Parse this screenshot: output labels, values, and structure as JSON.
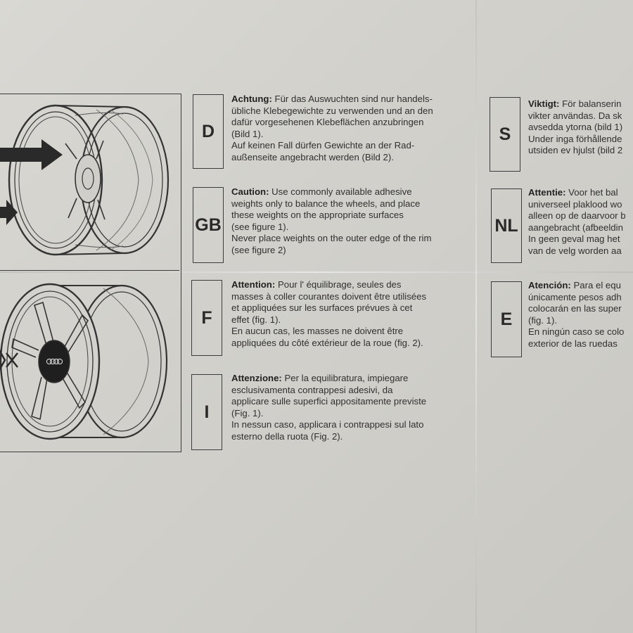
{
  "figures": {
    "figure_1": "wheel-rim-arrows",
    "figure_2": "wheel-rim-crossed-out",
    "hub_logo": "audi-rings"
  },
  "sections": [
    {
      "code": "D",
      "heading": "Achtung:",
      "lines": [
        "Für das Auswuchten sind nur handels-",
        "übliche Klebegewichte zu verwenden und an den",
        "dafür vorgesehenen Klebeflächen anzubringen",
        "(Bild 1).",
        "Auf keinen Fall dürfen Gewichte an der Rad-",
        "außenseite angebracht werden (Bild 2)."
      ]
    },
    {
      "code": "GB",
      "heading": "Caution:",
      "lines": [
        "Use commonly available adhesive",
        "weights only to balance the wheels, and place",
        "these weights on the appropriate surfaces",
        "(see figure 1).",
        "Never place weights on the outer edge of the rim",
        "(see figure 2)"
      ]
    },
    {
      "code": "F",
      "heading": "Attention:",
      "lines": [
        "Pour l' équilibrage, seules des",
        "masses à coller courantes doivent être utilisées",
        "et appliquées sur les surfaces prévues à cet",
        "effet (fig. 1).",
        "En aucun cas, les masses ne doivent être",
        "appliquées du côté extérieur de la roue (fig. 2)."
      ]
    },
    {
      "code": "I",
      "heading": "Attenzione:",
      "lines": [
        "Per la equilibratura, impiegare",
        "esclusivamenta contrappesi adesivi, da",
        "applicare sulle superfici appositamente previste",
        "(Fig. 1).",
        "In nessun caso, applicara i contrappesi sul lato",
        "esterno della ruota (Fig. 2)."
      ]
    },
    {
      "code": "S",
      "heading": "Viktigt:",
      "lines": [
        "För balanserin",
        "vikter användas. Da sk",
        "avsedda ytorna (bild 1)",
        "Under inga förhållende",
        "utsiden ev hjulst (bild 2"
      ]
    },
    {
      "code": "NL",
      "heading": "Attentie:",
      "lines": [
        "Voor het bal",
        "universeel plaklood wo",
        "alleen op de daarvoor b",
        "aangebracht (afbeeldin",
        "In geen geval mag het",
        "van de velg worden aa"
      ]
    },
    {
      "code": "E",
      "heading": "Atención:",
      "lines": [
        "Para el equ",
        "únicamente pesos adh",
        "colocarán en las super",
        "(fig. 1).",
        "En ningún caso se colo",
        "exterior de las ruedas"
      ]
    }
  ]
}
